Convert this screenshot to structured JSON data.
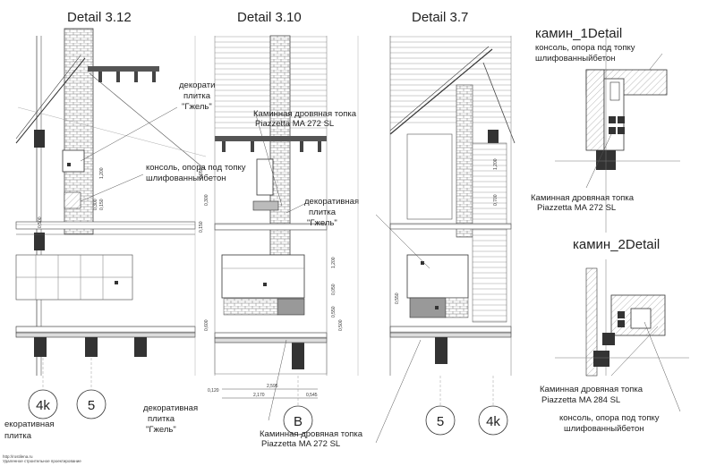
{
  "details": [
    {
      "title": "Detail 3.12"
    },
    {
      "title": "Detail 3.10"
    },
    {
      "title": "Detail 3.7"
    }
  ],
  "right_details": [
    {
      "title": "камин_1Detail"
    },
    {
      "title": "камин_2Detail"
    }
  ],
  "labels": {
    "tile": [
      "декоративная",
      "плитка",
      "\"Гжель\""
    ],
    "console": [
      "консоль, опора под топку",
      "шлифованныйбетон"
    ],
    "stove_272": [
      "Каминная дровяная топка",
      "Piazzetta MA 272 SL"
    ],
    "stove_284": [
      "Каминная дровяная топка",
      "Piazzetta MA 284 SL"
    ],
    "tile_cut": [
      "екоративная",
      "плитка"
    ]
  },
  "grid_markers": {
    "d312": [
      "4k",
      "5"
    ],
    "d310": [
      "B"
    ],
    "d37": [
      "5",
      "4k"
    ]
  },
  "dimensions": {
    "d310_bottom": [
      "0,120",
      "2,595",
      "2,170",
      "0,545"
    ],
    "d310_vertical": [
      "0,150",
      "0,300",
      "0,050",
      "1,200",
      "0,050",
      "0,550",
      "0,600",
      "0,500"
    ],
    "d312_vertical": [
      "1,200",
      "0,150",
      "0,300",
      "0,500"
    ],
    "d37_vertical": [
      "0,550",
      "0,700",
      "1,200"
    ]
  },
  "footer": [
    "http://rostilena.ru",
    "Удаленное строительное проектирование"
  ]
}
